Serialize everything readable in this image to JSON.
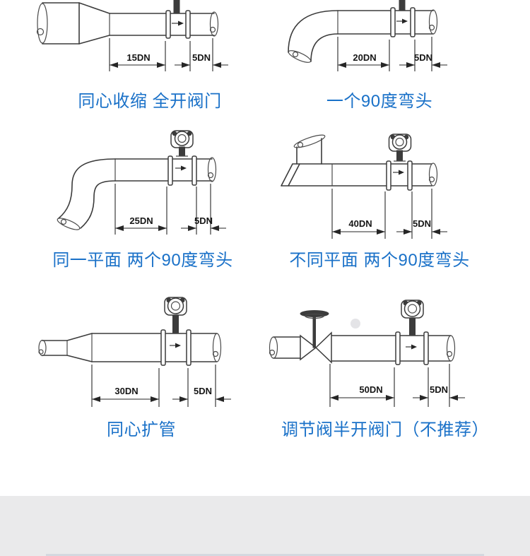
{
  "page": {
    "background": "#ffffff",
    "gray_band_color": "#eaeaeb",
    "footer_edge_color": "#d4d8df",
    "caption_color": "#1a71c8",
    "drawing_line_color": "#3b3b3b"
  },
  "icons": {
    "flow-direction-arrow": "▶",
    "flowmeter-sensor-head": "◎",
    "valve-handwheel": "⬬",
    "pipe-break": "()"
  },
  "figures": [
    {
      "id": "concentric-reduction",
      "caption": "同心收缩 全开阀门",
      "upstream_dim": "15DN",
      "downstream_dim": "5DN"
    },
    {
      "id": "single-90-elbow",
      "caption": "一个90度弯头",
      "upstream_dim": "20DN",
      "downstream_dim": "5DN"
    },
    {
      "id": "two-90-elbows-same-plane",
      "caption": "同一平面 两个90度弯头",
      "upstream_dim": "25DN",
      "downstream_dim": "5DN"
    },
    {
      "id": "two-90-elbows-different-plane",
      "caption": "不同平面 两个90度弯头",
      "upstream_dim": "40DN",
      "downstream_dim": "5DN"
    },
    {
      "id": "concentric-expansion",
      "caption": "同心扩管",
      "upstream_dim": "30DN",
      "downstream_dim": "5DN"
    },
    {
      "id": "regulating-valve-half-open",
      "caption": "调节阀半开阀门（不推荐）",
      "upstream_dim": "50DN",
      "downstream_dim": "5DN"
    }
  ]
}
